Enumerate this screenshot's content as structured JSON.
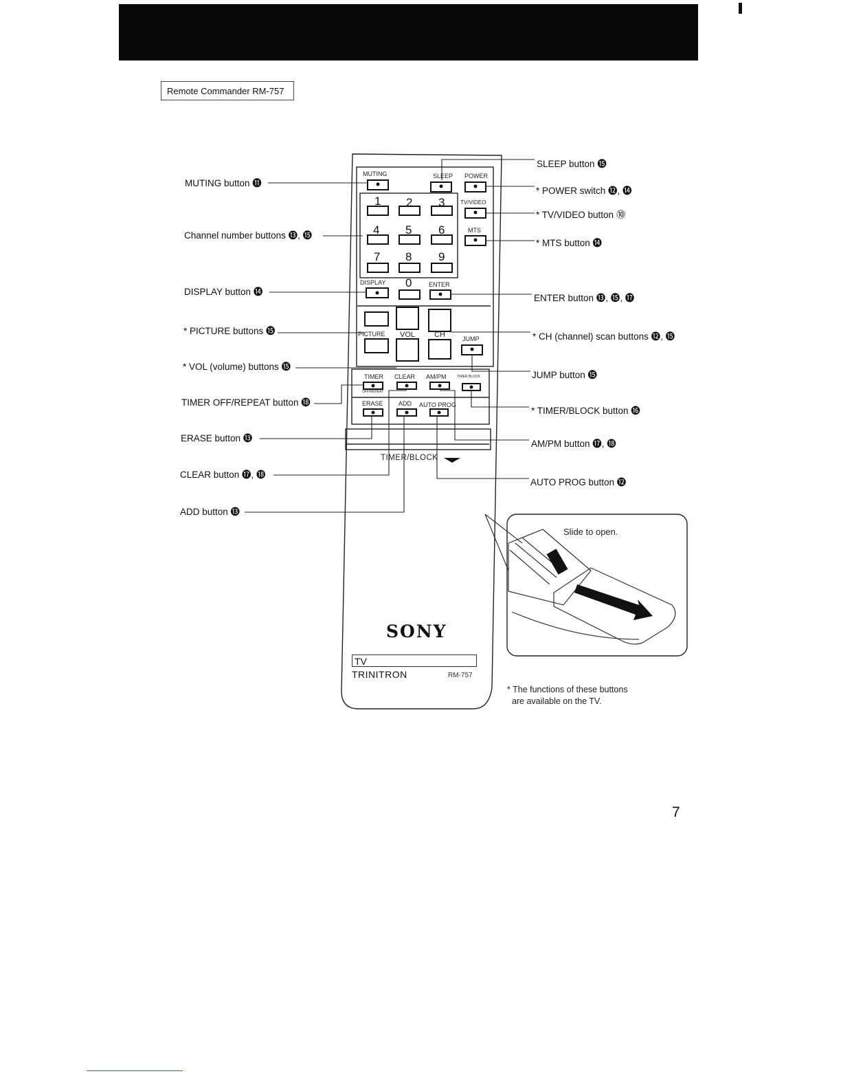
{
  "page": {
    "section_title": "Remote Commander RM-757",
    "page_number": "7"
  },
  "callouts_left": {
    "muting": "MUTING button ⓫",
    "channel_numbers": "Channel number buttons ⓭, ⓯",
    "display": "DISPLAY button ⓮",
    "picture": "* PICTURE buttons ⓯",
    "vol": "* VOL (volume) buttons ⓯",
    "timer_off_repeat": "TIMER OFF/REPEAT button ⓲",
    "erase": "ERASE button ⓭",
    "clear": "CLEAR button ⓱, ⓲",
    "add": "ADD button ⓭"
  },
  "callouts_right": {
    "sleep": "SLEEP button ⓯",
    "power": "* POWER switch ⓬, ⓮",
    "tv_video": "* TV/VIDEO button ⓾",
    "mts": "* MTS button ⓮",
    "enter": "ENTER button ⓭, ⓯, ⓱",
    "ch_scan": "* CH (channel) scan buttons ⓬, ⓯",
    "jump": "JUMP button ⓯",
    "timer_block": "* TIMER/BLOCK button ⓰",
    "am_pm": "AM/PM button ⓱, ⓲",
    "auto_prog": "AUTO PROG button ⓬"
  },
  "remote": {
    "keys": {
      "muting": "MUTING",
      "sleep": "SLEEP",
      "power": "POWER",
      "tv_video": "TV/VIDEO",
      "mts": "MTS",
      "display": "DISPLAY",
      "enter": "ENTER",
      "picture": "PICTURE",
      "vol": "VOL",
      "ch": "CH",
      "jump": "JUMP",
      "timer": "TIMER",
      "clear": "CLEAR",
      "am_pm": "AM/PM",
      "timer_block_small": "TIMER BLOCK",
      "off_repeat": "OFF/REPEAT",
      "erase": "ERASE",
      "add": "ADD",
      "auto_prog": "AUTO PROG"
    },
    "digits": [
      "1",
      "2",
      "3",
      "4",
      "5",
      "6",
      "7",
      "8",
      "9",
      "0"
    ],
    "timer_block_label": "TIMER/BLOCK",
    "brand": "SONY",
    "tv_label": "TV",
    "trinitron": "TRINITRON",
    "model": "RM-757"
  },
  "inset": {
    "caption": "Slide to open."
  },
  "footnote": "* The functions of these buttons\n  are available on the TV."
}
